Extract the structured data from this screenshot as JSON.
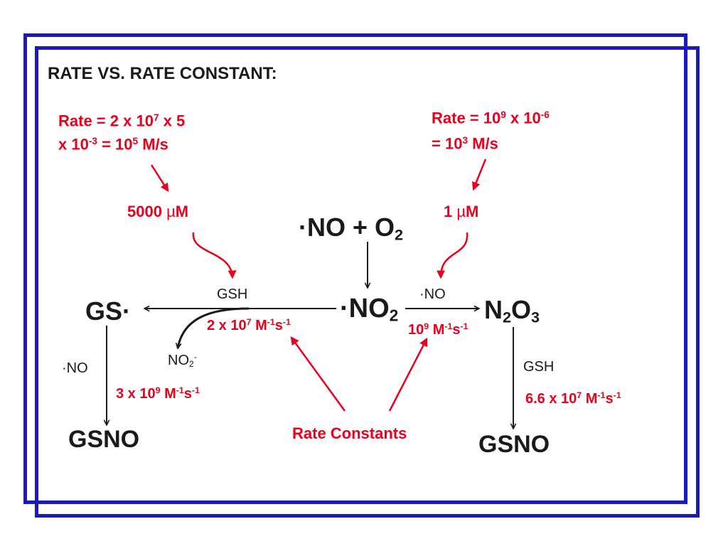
{
  "title": "RATE VS. RATE CONSTANT:",
  "rate_left": {
    "line1_a": "Rate = 2 x 10",
    "line1_exp": "7",
    "line1_b": " x 5",
    "line2_a": "x 10",
    "line2_exp1": "-3",
    "line2_b": " = 10",
    "line2_exp2": "5",
    "line2_c": " M/s"
  },
  "rate_right": {
    "line1_a": "Rate = 10",
    "line1_exp1": "9",
    "line1_b": " x 10",
    "line1_exp2": "-6",
    "line2_a": "= 10",
    "line2_exp": "3",
    "line2_b": " M/s"
  },
  "conc_left": {
    "value": "5000 ",
    "unit_mu": "µ",
    "unit_m": "M"
  },
  "conc_right": {
    "value": "1 ",
    "unit_mu": "µ",
    "unit_m": "M"
  },
  "species": {
    "no_plus_o2": {
      "main": "·NO + O",
      "sub": "2"
    },
    "no2_radical": {
      "main": "·NO",
      "sub": "2"
    },
    "gs_radical": "GS·",
    "n2o3": {
      "n": "N",
      "sub1": "2",
      "o": "O",
      "sub2": "3"
    },
    "gsno_left": "GSNO",
    "gsno_right": "GSNO",
    "nitrite": {
      "main": "NO",
      "sub": "2",
      "sup": "-"
    }
  },
  "reagents": {
    "gsh_top": "GSH",
    "no_top": "·NO",
    "no_left": "·NO",
    "gsh_right": "GSH"
  },
  "constants": {
    "k_gsh": {
      "a": "2 x 10",
      "exp1": "7",
      "b": " M",
      "exp2": "-1",
      "c": "s",
      "exp3": "-1"
    },
    "k_no": {
      "a": "10",
      "exp1": "9",
      "b": " M",
      "exp2": "-1",
      "c": "s",
      "exp3": "-1"
    },
    "k_gsno_left": {
      "a": "3 x 10",
      "exp1": "9",
      "b": " M",
      "exp2": "-1",
      "c": "s",
      "exp3": "-1"
    },
    "k_gsno_right": {
      "a": "6.6 x 10",
      "exp1": "7",
      "b": " M",
      "exp2": "-1",
      "c": "s",
      "exp3": "-1"
    }
  },
  "rate_constants_label": "Rate Constants",
  "colors": {
    "frame": "#1a1ab8",
    "red": "#e8001c",
    "black": "#1a1a1a"
  }
}
